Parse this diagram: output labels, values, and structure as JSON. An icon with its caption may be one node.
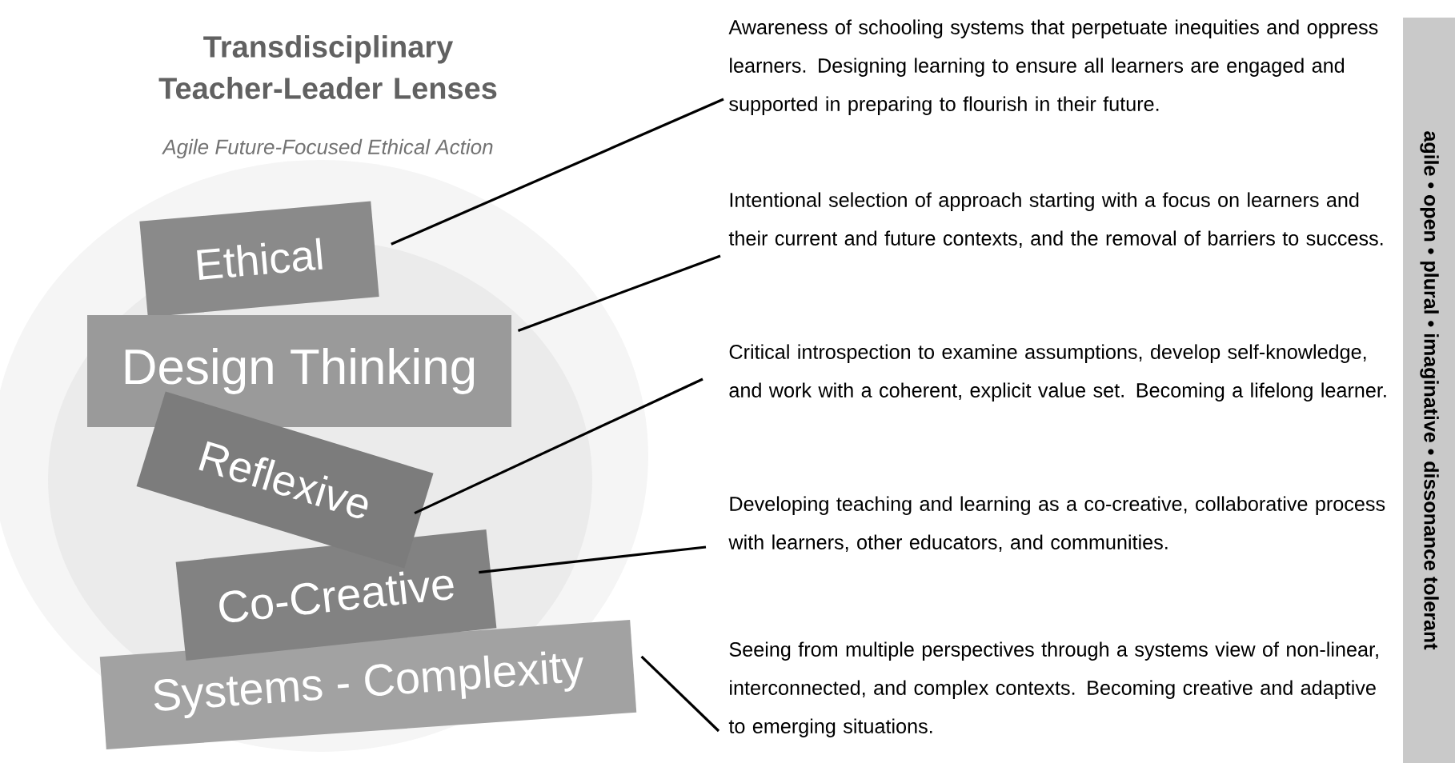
{
  "diagram": {
    "title": "Transdisciplinary Teacher-Leader Lenses",
    "nodes": [
      {
        "text": [
          "Ethical"
        ]
      },
      {
        "text": [
          "Design Thinking"
        ]
      },
      {
        "text": [
          "Reflexive"
        ]
      },
      {
        "text": [
          "Co-Creative"
        ]
      },
      {
        "text": [
          "Systems - Complexity"
        ]
      },
      {
        "text": [
          "Awareness of schooling systems that perpetuate inequities and oppress learners. Designing learning to ensure all learners are engaged and supported in preparing to flourish in their future."
        ]
      },
      {
        "text": [
          "Intentional selection of approach starting with a focus on learners and their current and future contexts, and the removal of barriers to success."
        ]
      },
      {
        "text": [
          "Critical introspection to examine assumptions, develop self-knowledge, and work with a coherent, explicit value set. Becoming a lifelong learner."
        ]
      },
      {
        "text": [
          "Developing teaching and learning as a co-creative, collaborative process with learners, other educators, and communities."
        ]
      },
      {
        "text": [
          "Seeing from multiple perspectives through a systems view of non-linear, interconnected, and complex contexts. Becoming creative and adaptive to emerging situations."
        ]
      },
      {
        "text": [
          "agile • open • plural • imaginative • dissonance tolerant"
        ]
      }
    ],
    "edges": [
      {
        "from": 0,
        "to": 5,
        "arrow": "none"
      },
      {
        "from": 1,
        "to": 6,
        "arrow": "none"
      },
      {
        "from": 2,
        "to": 7,
        "arrow": "none"
      },
      {
        "from": 3,
        "to": 8,
        "arrow": "none"
      },
      {
        "from": 4,
        "to": 9,
        "arrow": "none"
      }
    ],
    "labels": [
      "Agile Future-Focused Ethical Action"
    ]
  }
}
